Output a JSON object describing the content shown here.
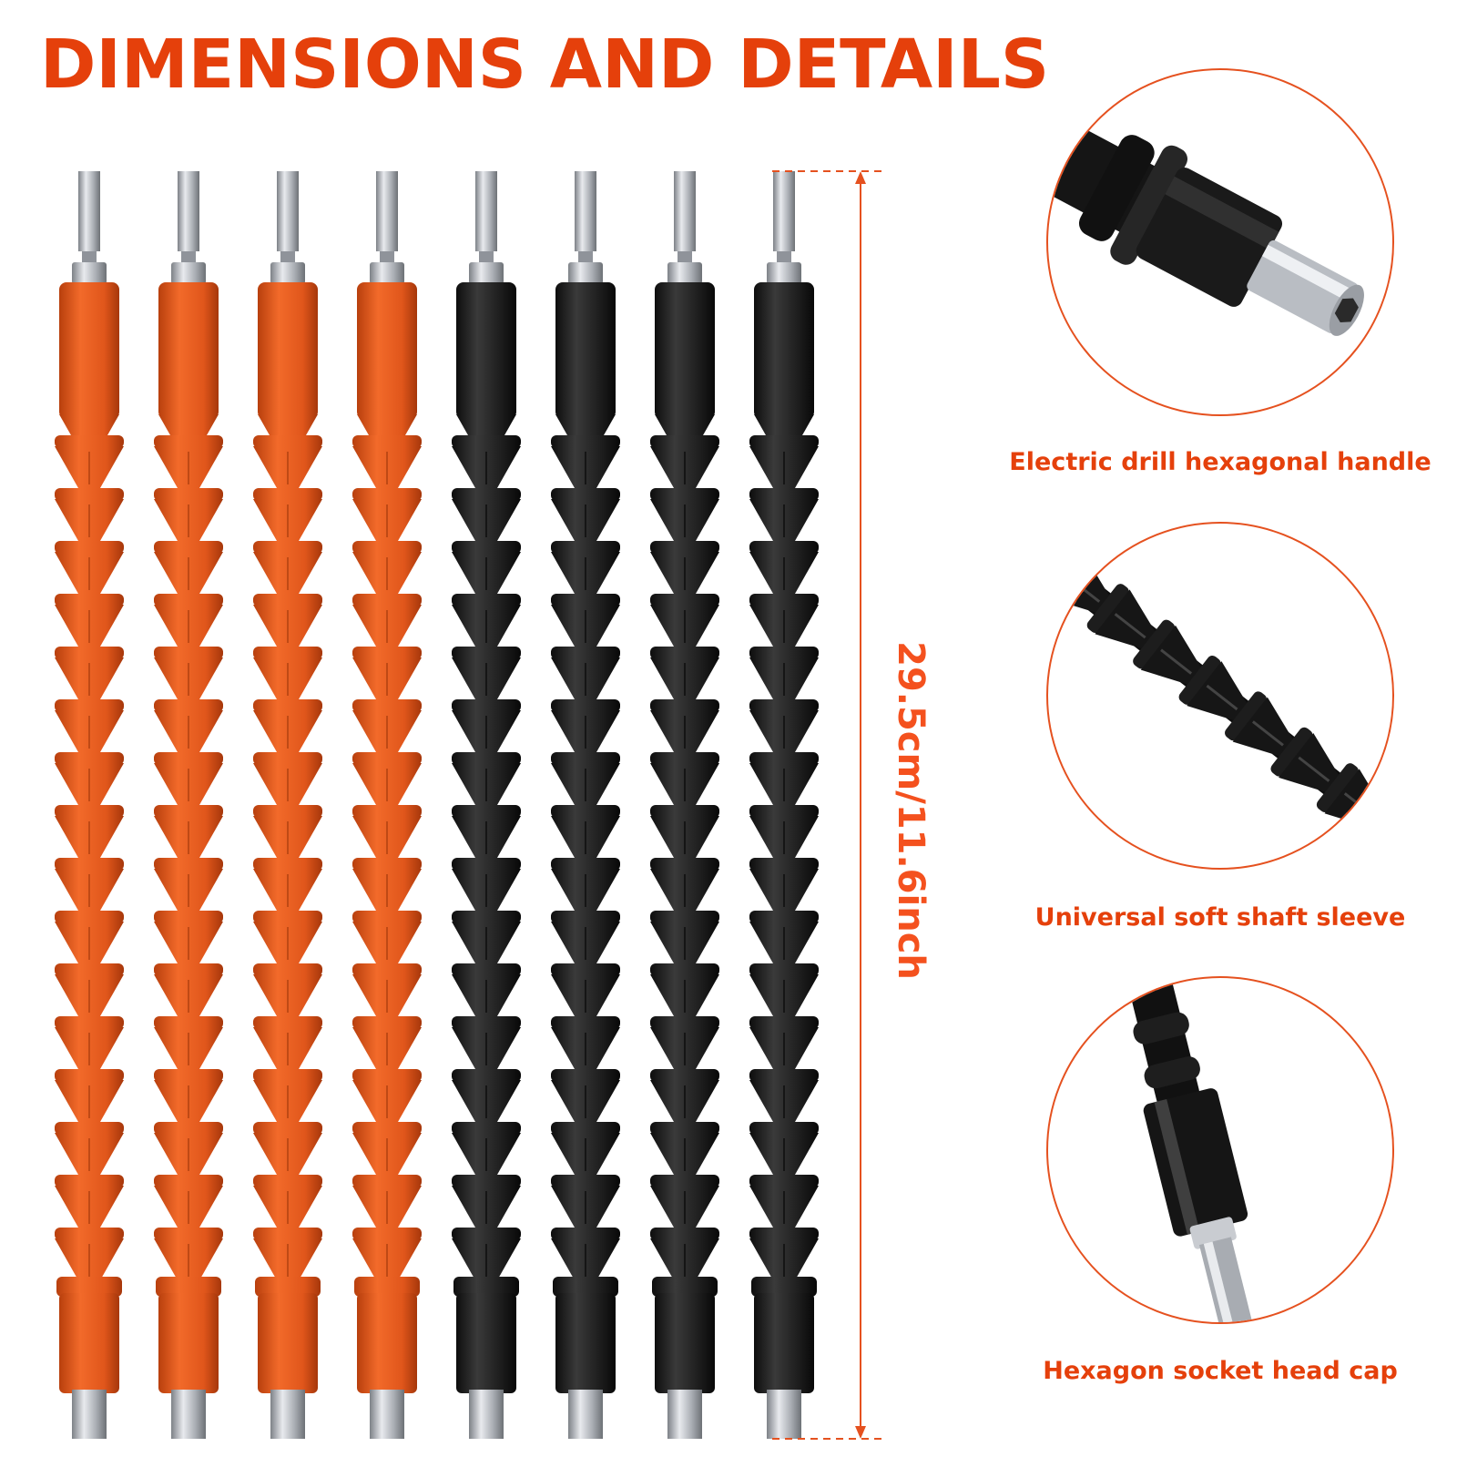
{
  "title": "DIMENSIONS AND DETAILS",
  "dimension_label": "29.5cm/11.6inch",
  "colors": {
    "accent": "#e5400b",
    "shaft_orange": "#e3581b",
    "shaft_black": "#1c1c1c",
    "metal": "#b8bcc2"
  },
  "shafts": [
    {
      "color": "orange"
    },
    {
      "color": "orange"
    },
    {
      "color": "orange"
    },
    {
      "color": "orange"
    },
    {
      "color": "black"
    },
    {
      "color": "black"
    },
    {
      "color": "black"
    },
    {
      "color": "black"
    }
  ],
  "details": [
    {
      "caption": "Electric drill hexagonal handle",
      "icon": "hex-socket-closeup-icon"
    },
    {
      "caption": "Universal soft shaft sleeve",
      "icon": "flexible-sleeve-closeup-icon"
    },
    {
      "caption": "Hexagon socket head cap",
      "icon": "hex-shank-closeup-icon"
    }
  ]
}
